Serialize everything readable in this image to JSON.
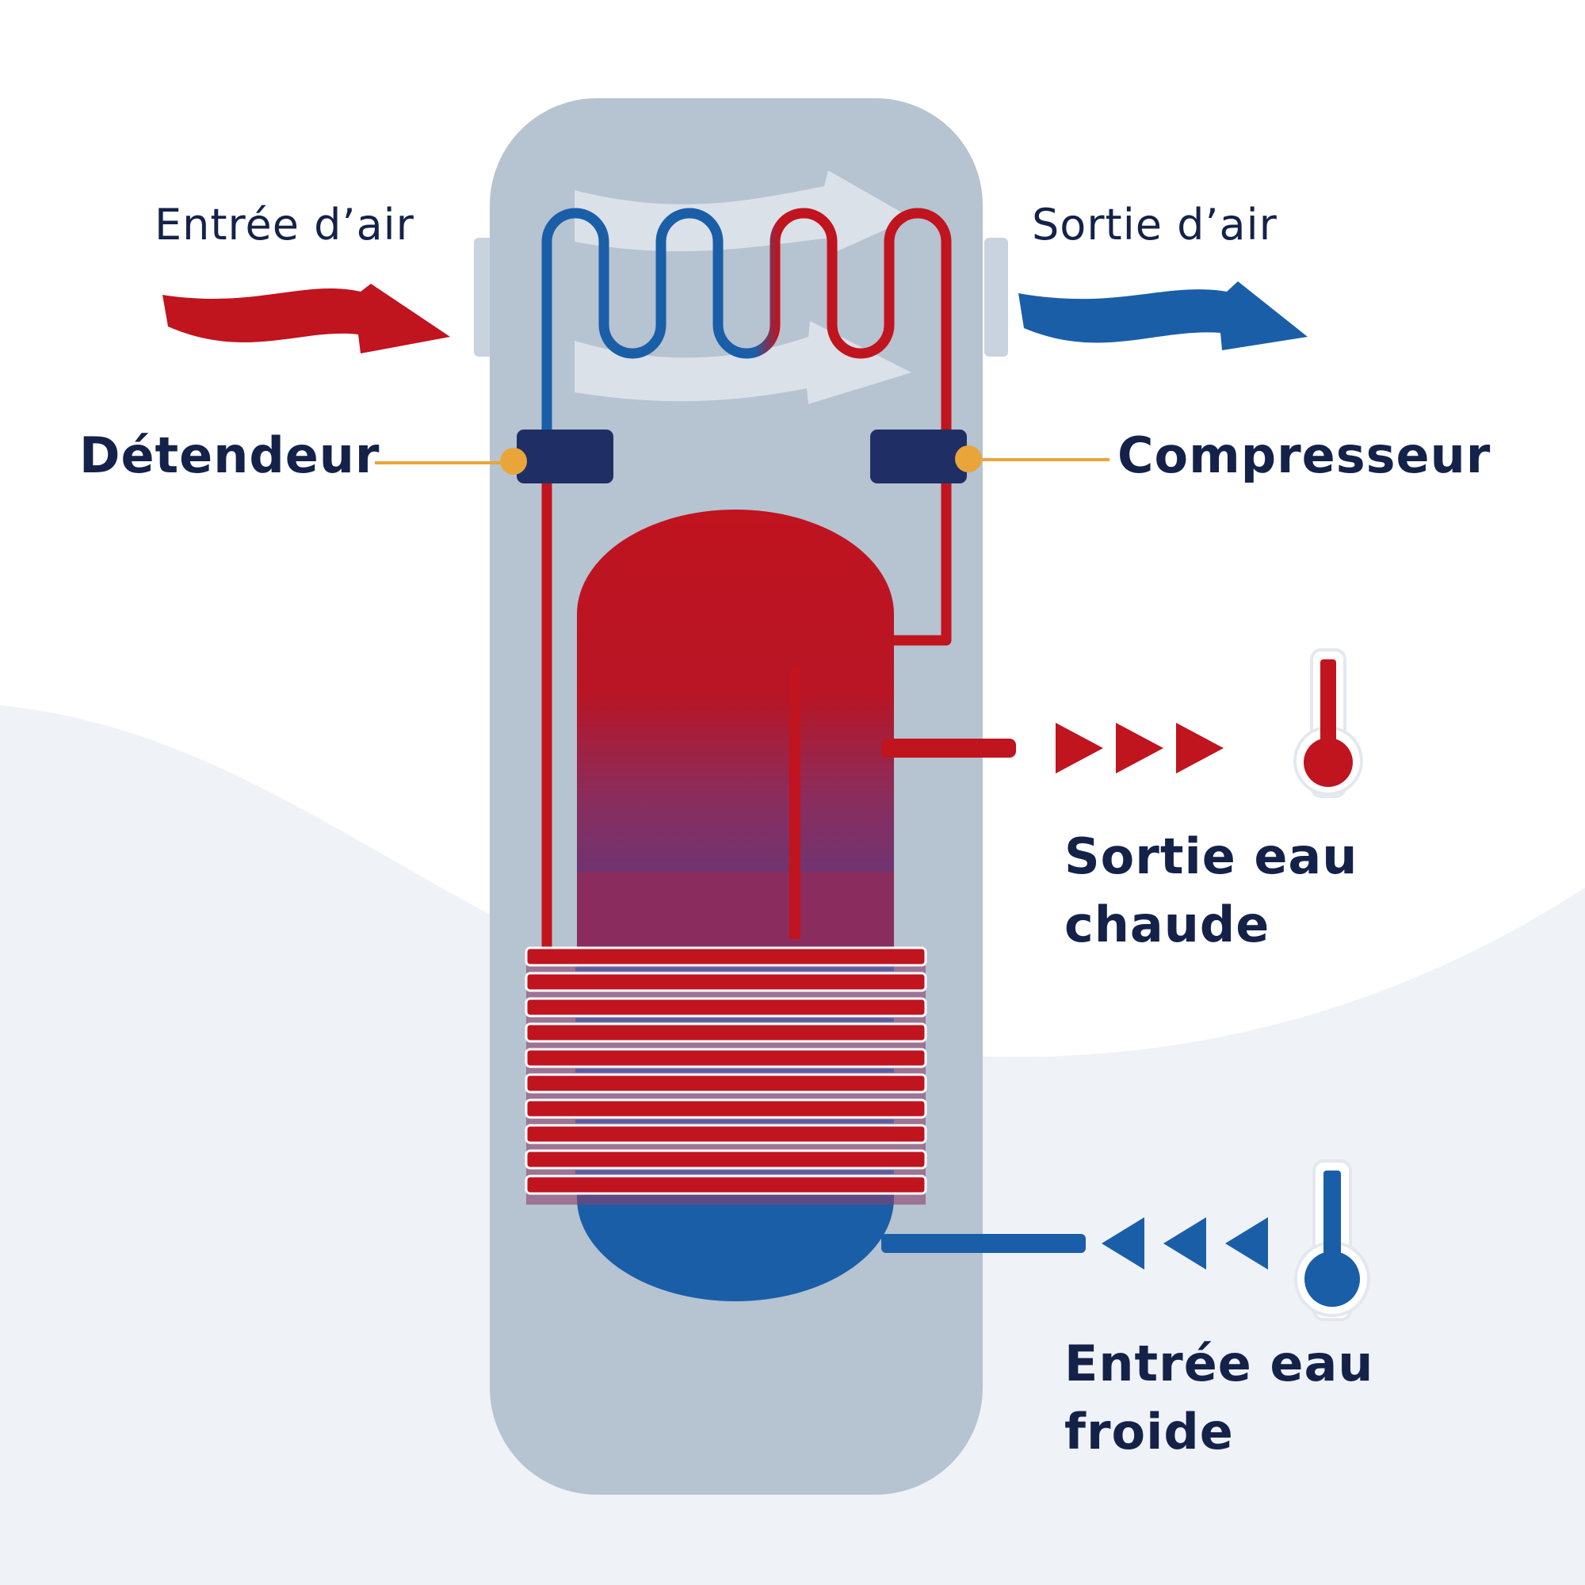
{
  "labels": {
    "air_in": "Entrée d’air",
    "air_out": "Sortie d’air",
    "expansion_valve": "Détendeur",
    "compressor": "Compresseur",
    "hot_water_out": {
      "line1": "Sortie eau",
      "line2": "chaude"
    },
    "cold_water_in": {
      "line1": "Entrée eau",
      "line2": "froide"
    }
  },
  "colors": {
    "hot": "#c0141f",
    "cold": "#1a5ea8",
    "unit_body": "#b6c3d1",
    "component": "#1f2f66",
    "pointer": "#eaa53a",
    "text": "#14224a"
  },
  "icons": {
    "thermometer_hot": "thermometer-hot-icon",
    "thermometer_cold": "thermometer-cold-icon"
  }
}
